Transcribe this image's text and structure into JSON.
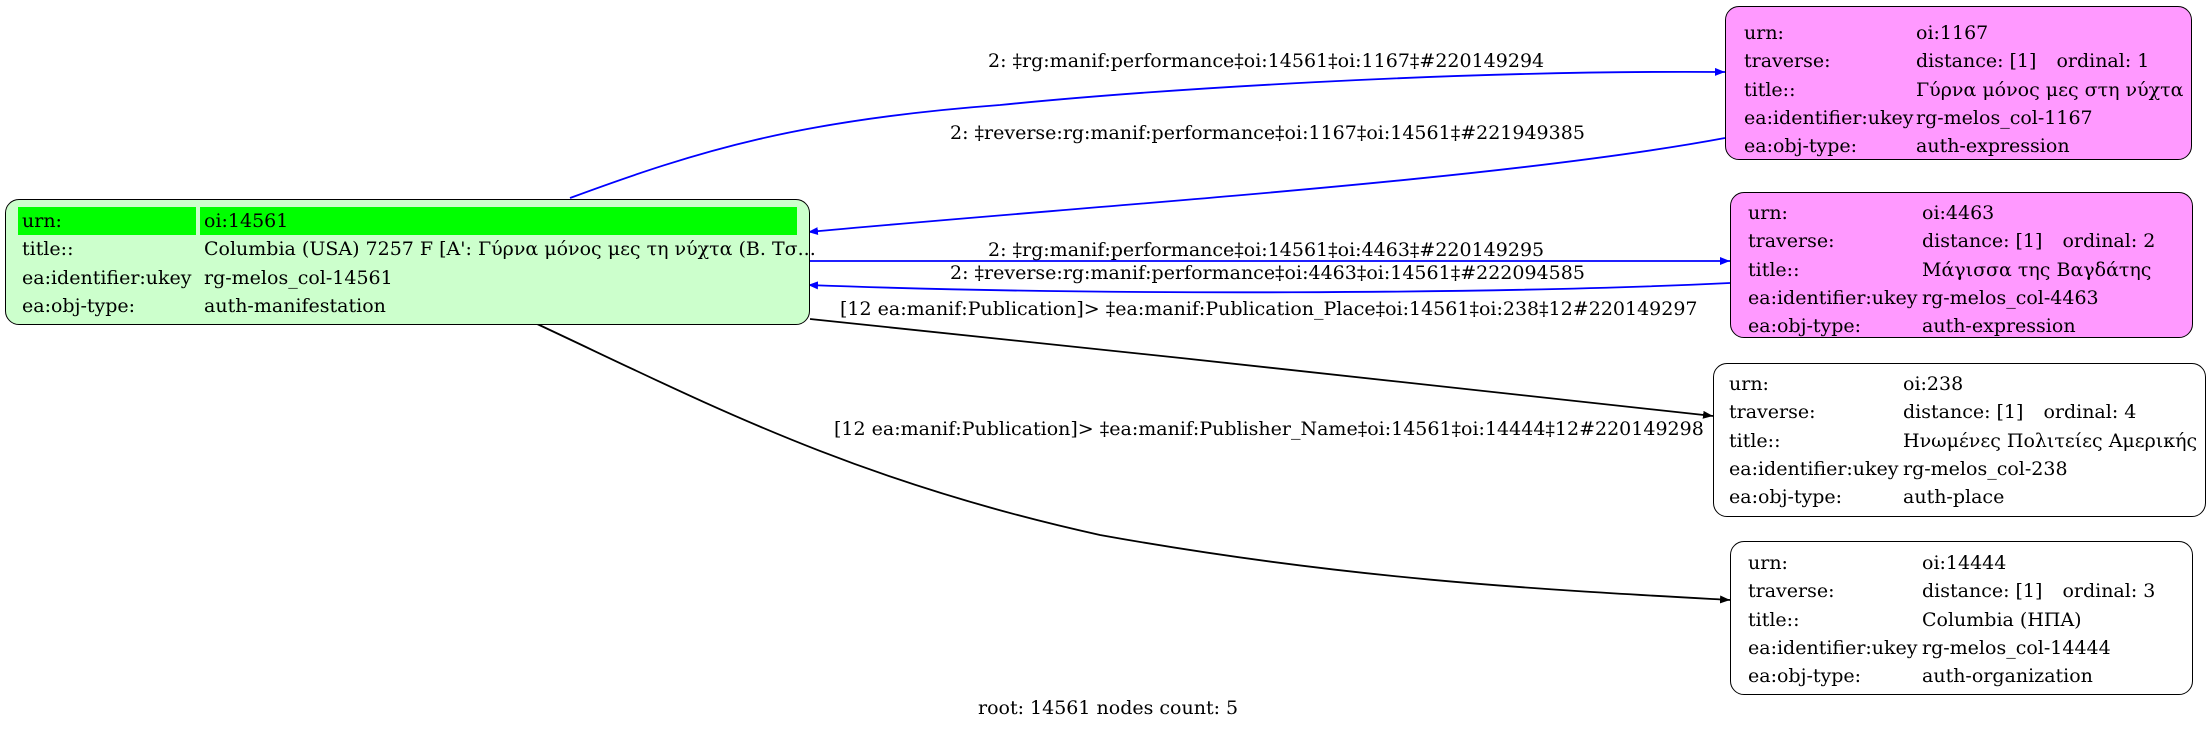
{
  "colors": {
    "pink_node": "#ff99ff",
    "root_node": "#ccffcc",
    "root_highlight": "#00ff00",
    "edge_blue": "#0000ff",
    "edge_black": "#000000"
  },
  "nodes": {
    "root": {
      "urn_key": "urn:",
      "urn": "oi:14561",
      "title_key": "title::",
      "title": "Columbia (USA) 7257 F [A': Γύρνα μόνος μες τη νύχτα (Β. Τσ...",
      "ukey_key": "ea:identifier:ukey",
      "ukey": "rg-melos_col-14561",
      "type_key": "ea:obj-type:",
      "type": "auth-manifestation"
    },
    "n1167": {
      "urn_key": "urn:",
      "urn": "oi:1167",
      "traverse_key": "traverse:",
      "distance": "distance: [1]",
      "ordinal": "ordinal: 1",
      "title_key": "title::",
      "title": "Γύρνα μόνος μες στη νύχτα",
      "ukey_key": "ea:identifier:ukey",
      "ukey": "rg-melos_col-1167",
      "type_key": "ea:obj-type:",
      "type": "auth-expression"
    },
    "n4463": {
      "urn_key": "urn:",
      "urn": "oi:4463",
      "traverse_key": "traverse:",
      "distance": "distance: [1]",
      "ordinal": "ordinal: 2",
      "title_key": "title::",
      "title": "Μάγισσα της Βαγδάτης",
      "ukey_key": "ea:identifier:ukey",
      "ukey": "rg-melos_col-4463",
      "type_key": "ea:obj-type:",
      "type": "auth-expression"
    },
    "n238": {
      "urn_key": "urn:",
      "urn": "oi:238",
      "traverse_key": "traverse:",
      "distance": "distance: [1]",
      "ordinal": "ordinal: 4",
      "title_key": "title::",
      "title": "Ηνωμένες Πολιτείες Αμερικής",
      "ukey_key": "ea:identifier:ukey",
      "ukey": "rg-melos_col-238",
      "type_key": "ea:obj-type:",
      "type": "auth-place"
    },
    "n14444": {
      "urn_key": "urn:",
      "urn": "oi:14444",
      "traverse_key": "traverse:",
      "distance": "distance: [1]",
      "ordinal": "ordinal: 3",
      "title_key": "title::",
      "title": "Columbia (ΗΠΑ)",
      "ukey_key": "ea:identifier:ukey",
      "ukey": "rg-melos_col-14444",
      "type_key": "ea:obj-type:",
      "type": "auth-organization"
    }
  },
  "edges": {
    "e1": "2: ‡rg:manif:performance‡oi:14561‡oi:1167‡#220149294",
    "e2": "2: ‡reverse:rg:manif:performance‡oi:1167‡oi:14561‡#221949385",
    "e3": "2: ‡rg:manif:performance‡oi:14561‡oi:4463‡#220149295",
    "e4": "2: ‡reverse:rg:manif:performance‡oi:4463‡oi:14561‡#222094585",
    "e5": "[12 ea:manif:Publication]> ‡ea:manif:Publication_Place‡oi:14561‡oi:238‡12#220149297",
    "e6": "[12 ea:manif:Publication]> ‡ea:manif:Publisher_Name‡oi:14561‡oi:14444‡12#220149298"
  },
  "footer": "root: 14561 nodes count: 5"
}
